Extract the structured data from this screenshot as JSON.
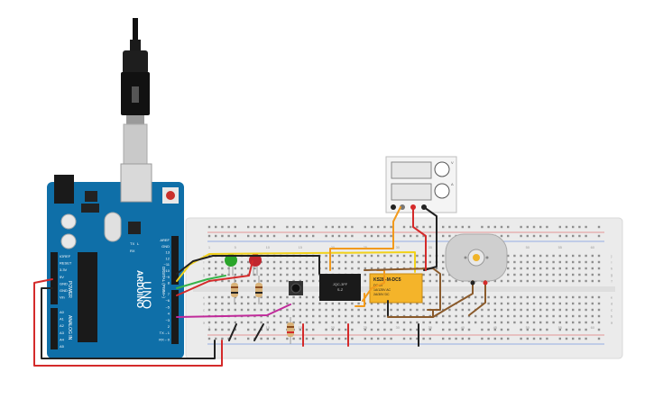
{
  "arduino": {
    "brand": "ARDUINO",
    "model": "UNO",
    "power_header": "POWER",
    "analog_header": "ANALOG IN",
    "digital_header": "DIGITAL (PWM~)",
    "power_pins": [
      "IOREF",
      "RESET",
      "3.3V",
      "5V",
      "GND",
      "GND",
      "Vin"
    ],
    "analog_pins": [
      "A0",
      "A1",
      "A2",
      "A3",
      "A4",
      "A5"
    ],
    "digital_top": [
      "AREF",
      "GND",
      "13",
      "12",
      "~11",
      "~10",
      "~9",
      "8"
    ],
    "digital_bottom": [
      "7",
      "~6",
      "~5",
      "4",
      "~3",
      "2",
      "TX→1",
      "RX←0"
    ],
    "tx_label": "TX",
    "rx_label": "RX",
    "l_label": "L"
  },
  "breadboard": {
    "row_letters": [
      "a",
      "b",
      "c",
      "d",
      "e",
      "f",
      "g",
      "h",
      "i",
      "j"
    ],
    "col_numbers": [
      "1",
      "5",
      "10",
      "15",
      "20",
      "25",
      "30",
      "35",
      "40",
      "45",
      "50",
      "55",
      "60"
    ]
  },
  "relay_small": {
    "line1": "JQC-3FF",
    "line2": "S-Z"
  },
  "relay_large": {
    "line1": "KS2E-M-DC5",
    "line2": "DC 5V",
    "line3": "1A/125V AC",
    "line4": "2A/30V DC"
  },
  "power_supply": {
    "label_top": "V",
    "label_bottom": "A"
  },
  "colors": {
    "board_blue": "#0f6fa8",
    "breadboard": "#ebebeb",
    "wire_red": "#d42a2a",
    "wire_black": "#222222",
    "wire_yellow": "#f2d21b",
    "wire_green": "#37b34a",
    "wire_magenta": "#c02a9a",
    "wire_orange": "#f29a1c",
    "wire_brown": "#8a5a2b",
    "relay_yellow": "#f4b42a",
    "led_green": "#2aa52a",
    "led_red": "#c0262e"
  }
}
